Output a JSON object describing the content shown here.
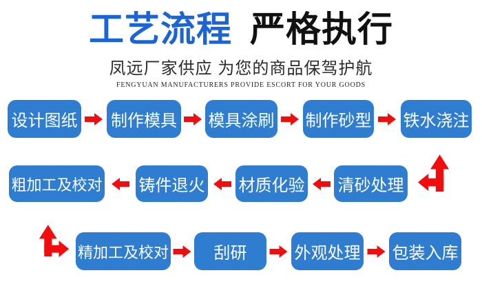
{
  "header": {
    "title_primary": "工艺流程",
    "title_secondary": "严格执行",
    "subtitle": "凤远厂家供应 为您的商品保驾护航",
    "tagline_en": "FENGYUAN MANUFACTURERS PROVIDE ESCORT FOR YOUR GOODS"
  },
  "flow": {
    "rows": [
      {
        "direction": "right",
        "steps": [
          "设计图纸",
          "制作模具",
          "模具涂刷",
          "制作砂型",
          "铁水浇注"
        ]
      },
      {
        "direction": "left",
        "steps": [
          "粗加工及校对",
          "铸件退火",
          "材质化验",
          "清砂处理"
        ]
      },
      {
        "direction": "right",
        "steps": [
          "精加工及校对",
          "刮研",
          "外观处理",
          "包装入库"
        ]
      }
    ],
    "connectors": [
      {
        "name": "turn-up-left",
        "from": "铁水浇注",
        "to": "清砂处理"
      },
      {
        "name": "turn-up-right",
        "from": "粗加工及校对",
        "to": "精加工及校对"
      }
    ]
  },
  "colors": {
    "title_blue": "#1a64d6",
    "title_black": "#111111",
    "box_blue": "#2e7dd1",
    "box_text": "#ffffff",
    "arrow_red": "#f10d0d",
    "subtitle_gray": "#2b2b2b"
  }
}
